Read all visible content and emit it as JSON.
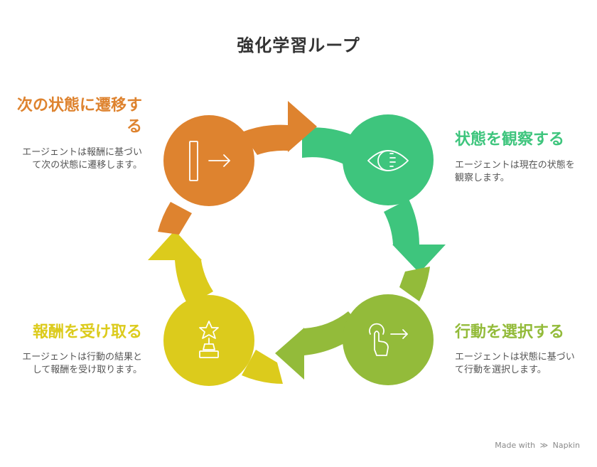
{
  "title": "強化学習ループ",
  "steps": [
    {
      "heading": "次の状態に遷移する",
      "desc": "エージェントは報酬に基づいて次の状態に遷移します。",
      "color": "#DE832F",
      "icon": "door-exit-icon"
    },
    {
      "heading": "状態を観察する",
      "desc": "エージェントは現在の状態を観察します。",
      "color": "#3EC57D",
      "icon": "eye-scan-icon"
    },
    {
      "heading": "行動を選択する",
      "desc": "エージェントは状態に基づいて行動を選択します。",
      "color": "#93BB3A",
      "icon": "tap-select-icon"
    },
    {
      "heading": "報酬を受け取る",
      "desc": "エージェントは行動の結果として報酬を受け取ります。",
      "color": "#DCCB1C",
      "icon": "trophy-star-icon"
    }
  ],
  "brand": {
    "made_with": "Made with",
    "name": "Napkin"
  }
}
